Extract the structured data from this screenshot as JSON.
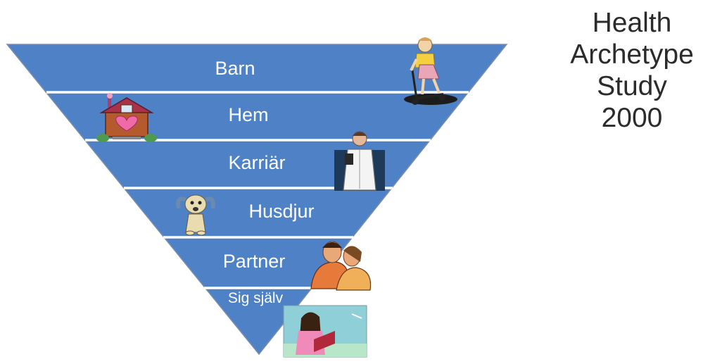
{
  "slide": {
    "title_lines": [
      "Health",
      "Archetype",
      "Study",
      "2000"
    ]
  },
  "pyramid": {
    "fill_color": "#4f81c7",
    "edge_color": "#2f5fa0",
    "levels": [
      {
        "label": "Barn",
        "icon": "child-on-scooter-icon"
      },
      {
        "label": "Hem",
        "icon": "house-heart-icon"
      },
      {
        "label": "Karriär",
        "icon": "doctor-icon"
      },
      {
        "label": "Husdjur",
        "icon": "dog-icon"
      },
      {
        "label": "Partner",
        "icon": "couple-icon"
      },
      {
        "label": "Sig själv",
        "icon": "woman-reading-icon"
      }
    ]
  }
}
